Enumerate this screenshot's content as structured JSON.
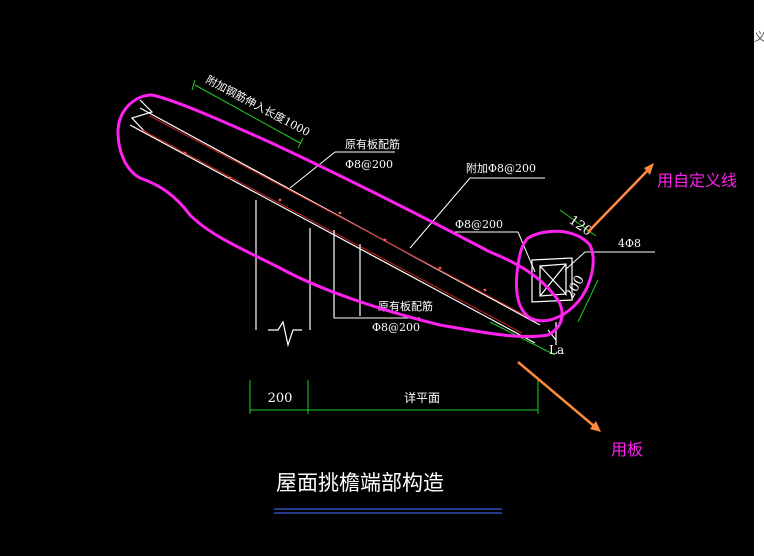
{
  "title": "屋面挑檐端部构造",
  "dimensions": {
    "left_width": "200",
    "right_span": "详平面",
    "beam_top": "120",
    "beam_side": "200",
    "anchorage": "La"
  },
  "rebar_labels": {
    "add_anchor": "附加钢筋伸入长度1000",
    "orig_top_name": "原有板配筋",
    "orig_top_spec": "Φ8@200",
    "add_bar": "附加Φ8@200",
    "cantilever_bar": "Φ8@200",
    "beam_bars": "4Φ8",
    "orig_bottom_name": "原有板配筋",
    "orig_bottom_spec": "Φ8@200"
  },
  "annotations": {
    "custom_line": "用自定义线",
    "use_slab": "用板"
  },
  "strip_char": "义",
  "colors": {
    "background": "#000000",
    "line_white": "#ffffff",
    "dim_green": "#22cc22",
    "highlight_magenta": "#ff22ee",
    "arrow_orange": "#ff8a3d",
    "rebar_red": "#cc2222",
    "title_blue": "#3a5bd9"
  }
}
